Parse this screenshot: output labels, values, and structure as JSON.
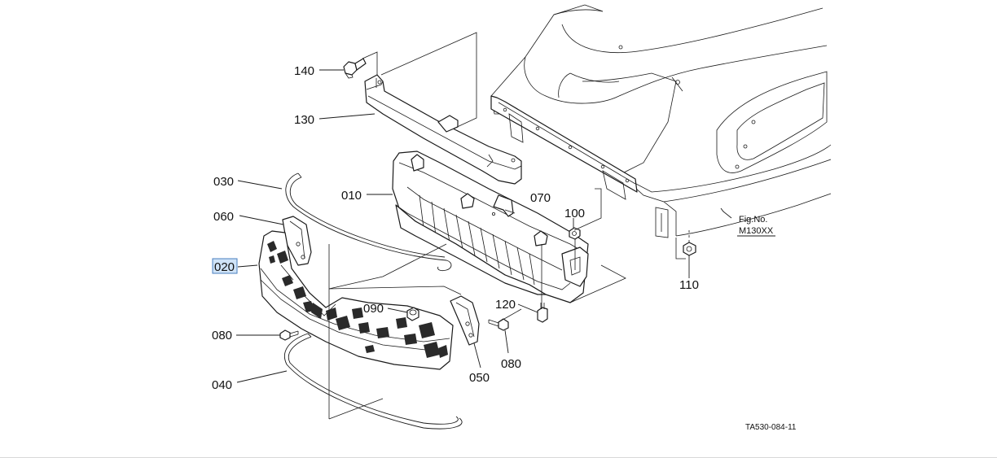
{
  "diagram": {
    "figure_label": "Fig.No.",
    "figure_number": "M130XX",
    "reference_code": "TA530-084-11",
    "selected_part": "020",
    "callouts": [
      {
        "id": "c140",
        "text": "140"
      },
      {
        "id": "c130",
        "text": "130"
      },
      {
        "id": "c030",
        "text": "030"
      },
      {
        "id": "c010",
        "text": "010"
      },
      {
        "id": "c070",
        "text": "070"
      },
      {
        "id": "c060",
        "text": "060"
      },
      {
        "id": "c100",
        "text": "100"
      },
      {
        "id": "c020",
        "text": "020"
      },
      {
        "id": "c110",
        "text": "110"
      },
      {
        "id": "c120",
        "text": "120"
      },
      {
        "id": "c090",
        "text": "090"
      },
      {
        "id": "c080a",
        "text": "080"
      },
      {
        "id": "c080b",
        "text": "080"
      },
      {
        "id": "c050",
        "text": "050"
      },
      {
        "id": "c040",
        "text": "040"
      }
    ]
  }
}
